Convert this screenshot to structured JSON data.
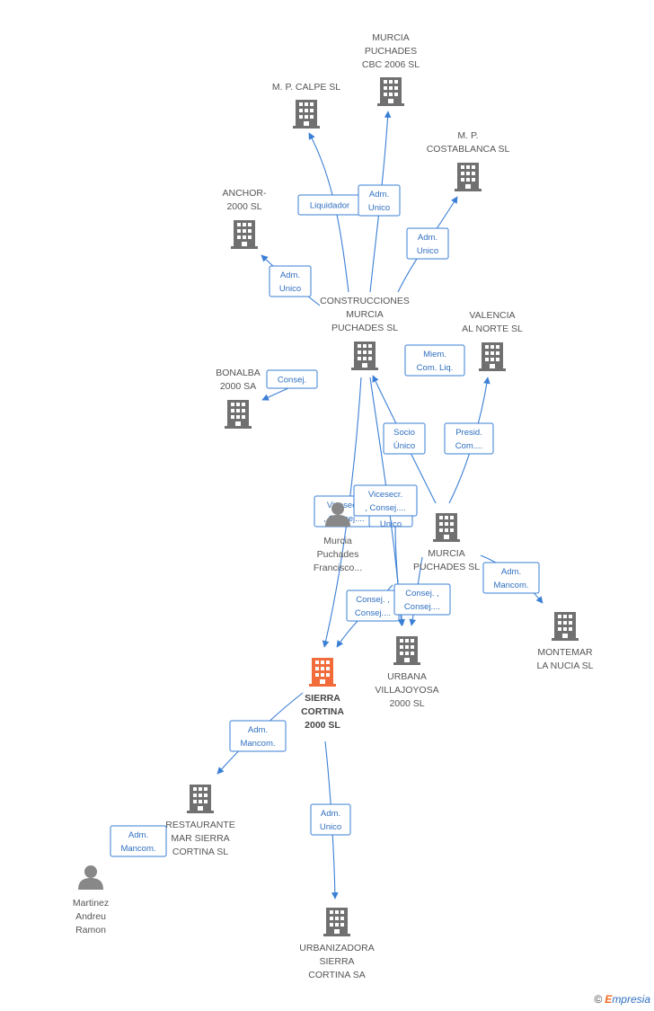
{
  "colors": {
    "building": "#707070",
    "main_building": "#f26b3a",
    "edge": "#3a7fd5",
    "person": "#888888"
  },
  "nodes": [
    {
      "id": "murcia-cbc",
      "lines": [
        "MURCIA",
        "PUCHADES",
        "CBC 2006 SL"
      ],
      "type": "company"
    },
    {
      "id": "mp-calpe",
      "lines": [
        "M. P. CALPE SL"
      ],
      "type": "company"
    },
    {
      "id": "mp-costablanca",
      "lines": [
        "M. P.",
        "COSTABLANCA SL"
      ],
      "type": "company"
    },
    {
      "id": "anchor",
      "lines": [
        "ANCHOR-",
        "2000 SL"
      ],
      "type": "company"
    },
    {
      "id": "construcciones",
      "lines": [
        "CONSTRUCCIONES",
        "MURCIA",
        "PUCHADES SL"
      ],
      "type": "company"
    },
    {
      "id": "valencia",
      "lines": [
        "VALENCIA",
        "AL NORTE SL"
      ],
      "type": "company"
    },
    {
      "id": "bonalba",
      "lines": [
        "BONALBA",
        "2000 SA"
      ],
      "type": "company"
    },
    {
      "id": "murcia-puchades",
      "lines": [
        "MURCIA",
        "PUCHADES SL"
      ],
      "type": "company"
    },
    {
      "id": "murcia-francisco",
      "lines": [
        "Murcia",
        "Puchades",
        "Francisco..."
      ],
      "type": "person"
    },
    {
      "id": "montemar",
      "lines": [
        "MONTEMAR",
        "LA NUCIA SL"
      ],
      "type": "company"
    },
    {
      "id": "urbana",
      "lines": [
        "URBANA",
        "VILLAJOYOSA",
        "2000 SL"
      ],
      "type": "company"
    },
    {
      "id": "sierra",
      "lines": [
        "SIERRA",
        "CORTINA",
        "2000 SL"
      ],
      "type": "main"
    },
    {
      "id": "restaurante",
      "lines": [
        "RESTAURANTE",
        "MAR SIERRA",
        "CORTINA SL"
      ],
      "type": "company"
    },
    {
      "id": "martinez",
      "lines": [
        "Martinez",
        "Andreu",
        "Ramon"
      ],
      "type": "person"
    },
    {
      "id": "urbanizadora",
      "lines": [
        "URBANIZADORA",
        "SIERRA",
        "CORTINA SA"
      ],
      "type": "company"
    }
  ],
  "edges": [
    {
      "id": "e1",
      "lines": [
        "Liquidador"
      ]
    },
    {
      "id": "e2",
      "lines": [
        "Adm.",
        "Unico"
      ]
    },
    {
      "id": "e3",
      "lines": [
        "Adm.",
        "Unico"
      ]
    },
    {
      "id": "e4",
      "lines": [
        "Adm.",
        "Unico"
      ]
    },
    {
      "id": "e5",
      "lines": [
        "Consej."
      ]
    },
    {
      "id": "e6",
      "lines": [
        "Miem.",
        "Com. Liq."
      ]
    },
    {
      "id": "e7",
      "lines": [
        "Socio",
        "Único"
      ]
    },
    {
      "id": "e8",
      "lines": [
        "Presid.",
        "Com...."
      ]
    },
    {
      "id": "e9",
      "lines": [
        "Vicesecr.",
        ", Consej...."
      ]
    },
    {
      "id": "e10",
      "lines": [
        "Adm.",
        "Unico"
      ]
    },
    {
      "id": "e11",
      "lines": [
        "Vicesecr.",
        ", Consej...."
      ]
    },
    {
      "id": "e12",
      "lines": [
        "Adm.",
        "Mancom."
      ]
    },
    {
      "id": "e13",
      "lines": [
        "Consej. ,",
        "Consej...."
      ]
    },
    {
      "id": "e14",
      "lines": [
        "Consej. ,",
        "Consej...."
      ]
    },
    {
      "id": "e15",
      "lines": [
        "Adm.",
        "Mancom."
      ]
    },
    {
      "id": "e16",
      "lines": [
        "Adm.",
        "Mancom."
      ]
    },
    {
      "id": "e17",
      "lines": [
        "Adm.",
        "Unico"
      ]
    }
  ],
  "footer": {
    "copyright": "©",
    "brand_initial": "E",
    "brand_rest": "mpresia"
  }
}
